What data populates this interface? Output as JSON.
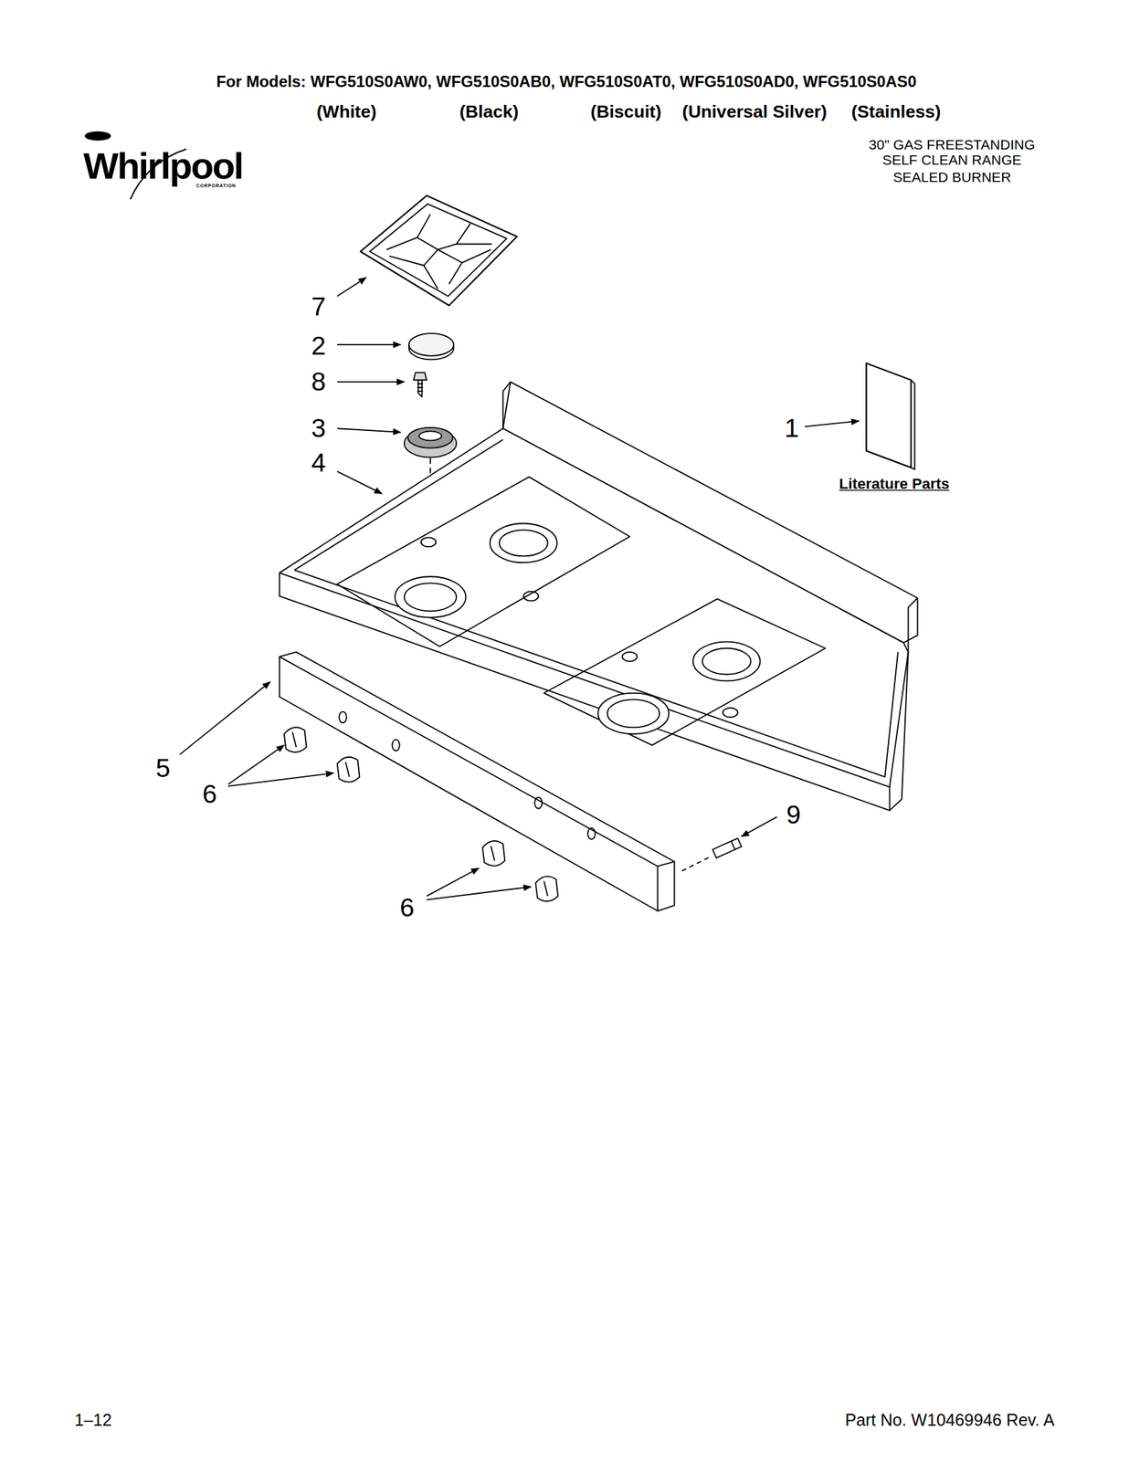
{
  "diagram": {
    "title": "For Models: WFG510S0AW0, WFG510S0AB0, WFG510S0AT0, WFG510S0AD0, WFG510S0AS0",
    "labels": [
      "(White)",
      "(Black)",
      "(Biscuit)",
      "(Universal Silver)",
      "(Stainless)",
      "Whirlpool",
      "CORPORATION",
      "30\" GAS FREESTANDING SELF CLEAN RANGE SEALED BURNER",
      "7",
      "2",
      "8",
      "3",
      "4",
      "1",
      "Literature Parts",
      "5",
      "6",
      "6",
      "9",
      "1–12",
      "Part No. W10469946 Rev. A"
    ]
  }
}
